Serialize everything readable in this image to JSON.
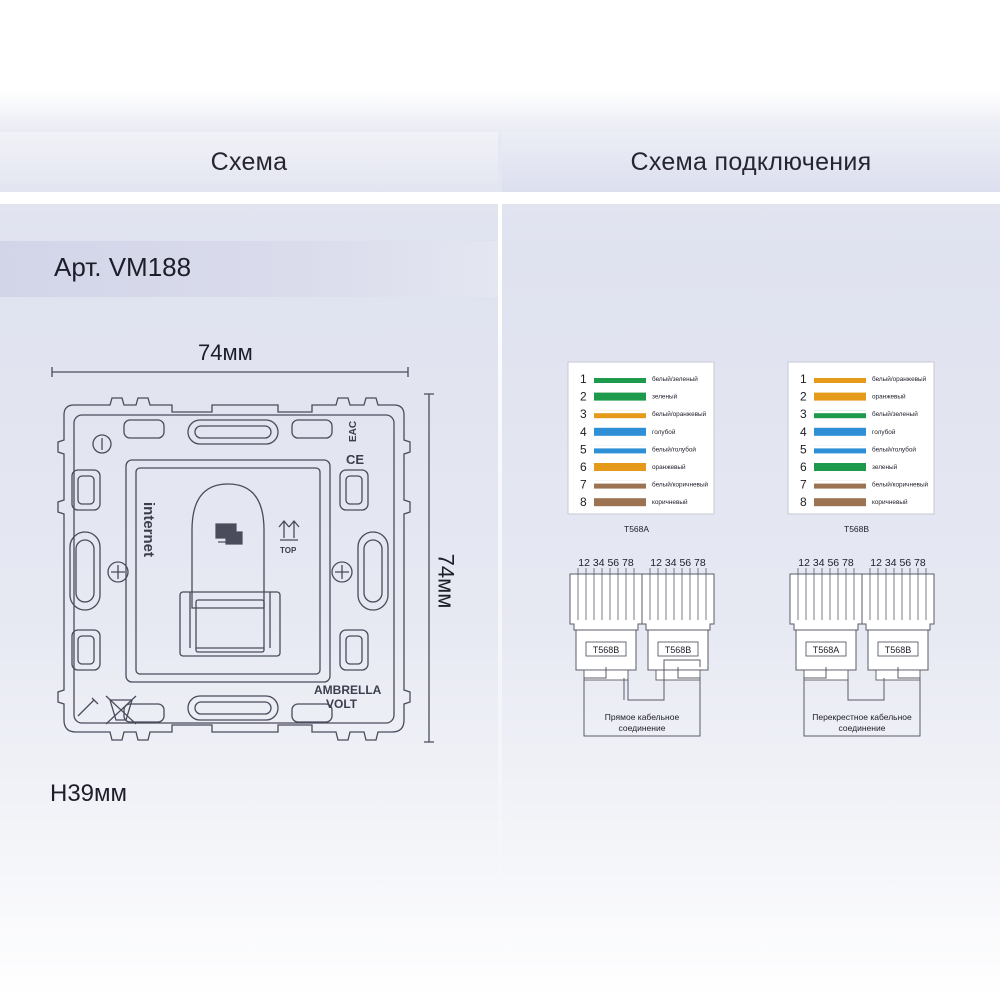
{
  "headers": {
    "left": "Схема",
    "right": "Схема подключения"
  },
  "article": "Арт. VM188",
  "dimensions": {
    "width": "74мм",
    "height": "74мм",
    "depth": "H39мм"
  },
  "device": {
    "label_internet": "internet",
    "label_top": "TOP",
    "brand_line1": "AMBRELLA",
    "brand_line2": "VOLT",
    "mark_eac": "EAC",
    "mark_ce": "CE"
  },
  "pinout": {
    "t568a": {
      "caption": "T568A",
      "pins": [
        {
          "num": "1",
          "label": "белый/зеленый",
          "color": "#1d9a4b",
          "striped": true
        },
        {
          "num": "2",
          "label": "зеленый",
          "color": "#1d9a4b",
          "striped": false
        },
        {
          "num": "3",
          "label": "белый/оранжевый",
          "color": "#e59a1a",
          "striped": true
        },
        {
          "num": "4",
          "label": "голубой",
          "color": "#2f8fd6",
          "striped": false
        },
        {
          "num": "5",
          "label": "белый/голубой",
          "color": "#2f8fd6",
          "striped": true
        },
        {
          "num": "6",
          "label": "оранжевый",
          "color": "#e59a1a",
          "striped": false
        },
        {
          "num": "7",
          "label": "белый/коричневый",
          "color": "#9b7352",
          "striped": true
        },
        {
          "num": "8",
          "label": "коричневый",
          "color": "#9b7352",
          "striped": false
        }
      ]
    },
    "t568b": {
      "caption": "T568B",
      "pins": [
        {
          "num": "1",
          "label": "белый/оранжевый",
          "color": "#e59a1a",
          "striped": true
        },
        {
          "num": "2",
          "label": "оранжевый",
          "color": "#e59a1a",
          "striped": false
        },
        {
          "num": "3",
          "label": "белый/зеленый",
          "color": "#1d9a4b",
          "striped": true
        },
        {
          "num": "4",
          "label": "голубой",
          "color": "#2f8fd6",
          "striped": false
        },
        {
          "num": "5",
          "label": "белый/голубой",
          "color": "#2f8fd6",
          "striped": true
        },
        {
          "num": "6",
          "label": "зеленый",
          "color": "#1d9a4b",
          "striped": false
        },
        {
          "num": "7",
          "label": "белый/коричневый",
          "color": "#9b7352",
          "striped": true
        },
        {
          "num": "8",
          "label": "коричневый",
          "color": "#9b7352",
          "striped": false
        }
      ]
    }
  },
  "cables": {
    "pin_numbers": "12 34 56 78",
    "straight": {
      "left_tag": "T568B",
      "right_tag": "T568B",
      "caption_line1": "Прямое кабельное",
      "caption_line2": "соединение"
    },
    "crossover": {
      "left_tag": "T568A",
      "right_tag": "T568B",
      "caption_line1": "Перекрестное кабельное",
      "caption_line2": "соединение"
    }
  }
}
